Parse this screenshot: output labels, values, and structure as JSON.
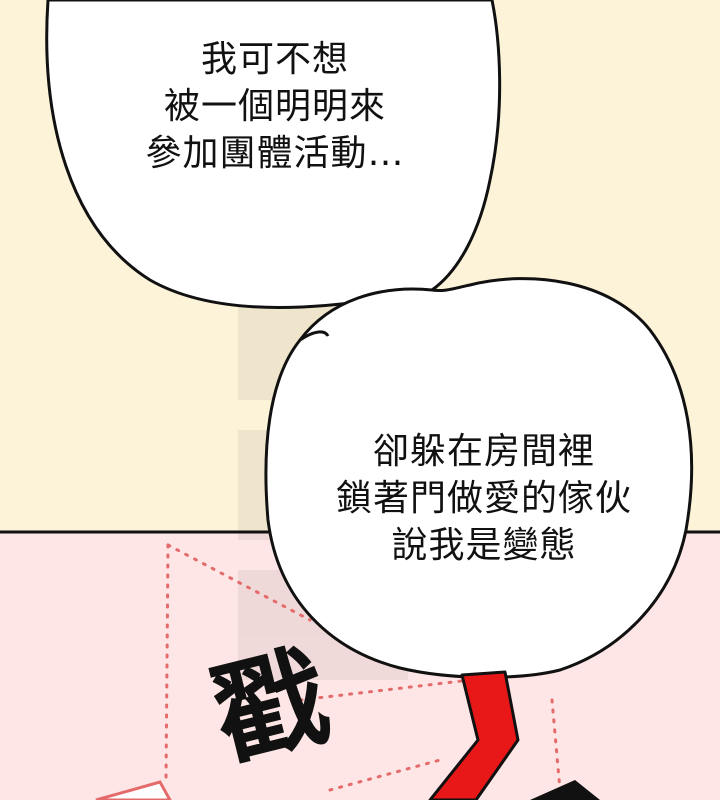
{
  "panel": {
    "background_color": "#fdf3d8",
    "lower_panel_color": "#fde6e5",
    "dot_color": "#e46b6b",
    "arrow_color": "#e81818",
    "bubble_fill": "#ffffff",
    "outline_color": "#111111"
  },
  "bubble_1": {
    "lines": [
      "我可不想",
      "被一個明明來",
      "參加團體活動…"
    ]
  },
  "bubble_2": {
    "lines": [
      "卻躲在房間裡",
      "鎖著門做愛的傢伙",
      "說我是變態"
    ]
  },
  "sfx": {
    "text": "戳"
  }
}
